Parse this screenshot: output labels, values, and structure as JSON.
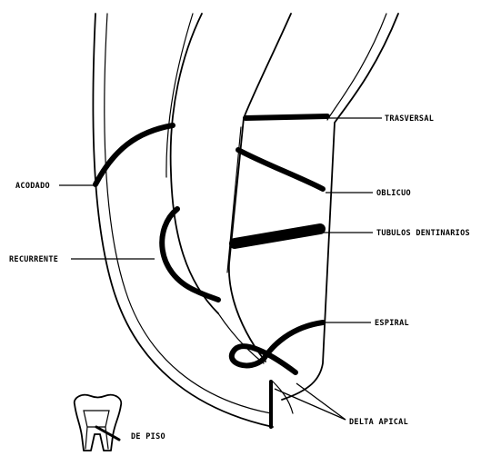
{
  "labels": {
    "trasversal": "TRASVERSAL",
    "oblicuo": "OBLICUO",
    "tubulos": "TUBULOS DENTINARIOS",
    "espiral": "ESPIRAL",
    "delta": "DELTA APICAL",
    "acodado": "ACODADO",
    "recurrente": "RECURRENTE",
    "piso": "DE PISO"
  }
}
